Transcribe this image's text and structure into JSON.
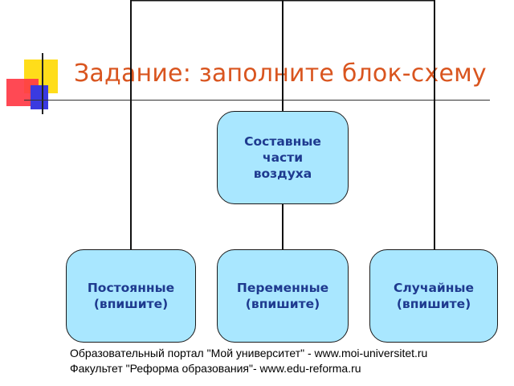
{
  "title": "Задание: заполните блок-схему",
  "diagram": {
    "root": "Составные\nчасти\nвоздуха",
    "children": [
      "Постоянные\n(впишите)",
      "Переменные\n(впишите)",
      "Случайные\n(впишите)"
    ]
  },
  "footer": {
    "line1": "Образовательный портал \"Мой университет\" - www.moi-universitet.ru",
    "line2": "Факультет \"Реформа образования\"- www.edu-reforma.ru"
  },
  "colors": {
    "title": "#d9551f",
    "box_fill": "#a9e7ff",
    "box_text": "#1e3a8f"
  }
}
